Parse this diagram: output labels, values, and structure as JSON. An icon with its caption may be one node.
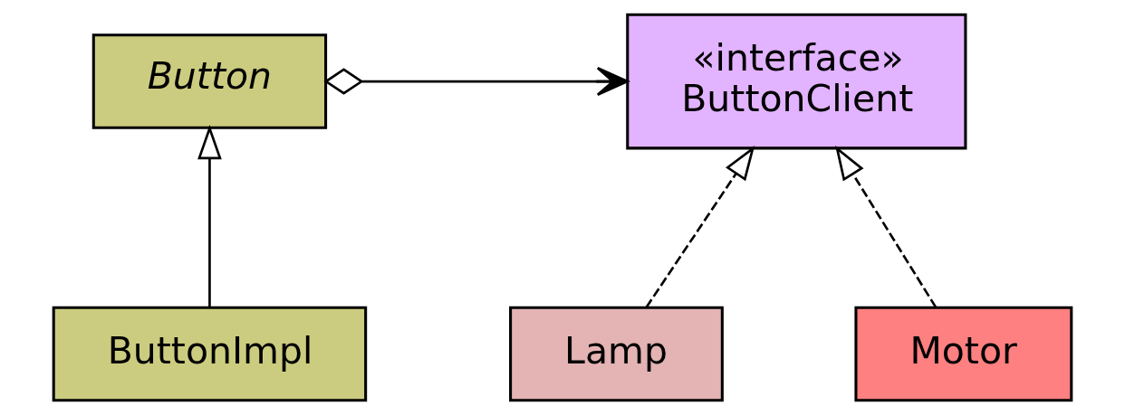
{
  "diagram": {
    "nodes": [
      {
        "text": [
          "Button"
        ]
      },
      {
        "text": [
          "«interface»",
          "ButtonClient"
        ]
      },
      {
        "text": [
          "ButtonImpl"
        ]
      },
      {
        "text": [
          "Lamp"
        ]
      },
      {
        "text": [
          "Motor"
        ]
      }
    ],
    "edges": [
      {
        "from": 0,
        "to": 1,
        "arrow": "to"
      },
      {
        "from": 2,
        "to": 0,
        "arrow": "to"
      },
      {
        "from": 3,
        "to": 1,
        "arrow": "to",
        "style": "dashed"
      },
      {
        "from": 4,
        "to": 1,
        "arrow": "to",
        "style": "dashed"
      }
    ]
  }
}
